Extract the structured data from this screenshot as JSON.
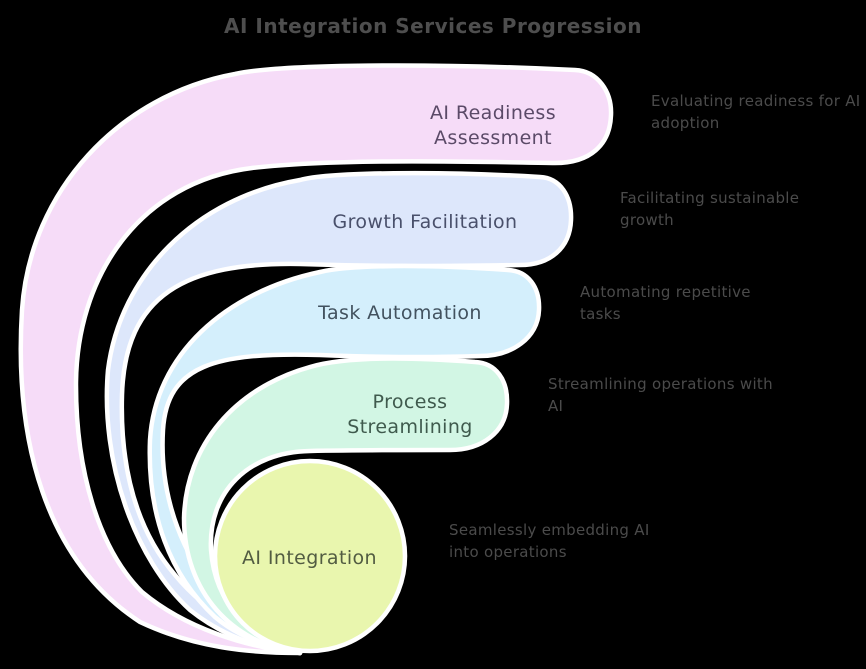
{
  "background": "#000000",
  "stroke_color": "#ffffff",
  "annotation_color": "#4b4b4b",
  "title": {
    "text": "AI Integration Services Progression",
    "color": "#4e4e4e"
  },
  "layers": [
    {
      "label": "AI Readiness Assessment",
      "fill": "#f6dcf8",
      "label_color": "#5b4a68",
      "annotation": {
        "line1": "Evaluating readiness for AI",
        "line2": "adoption"
      }
    },
    {
      "label": "Growth Facilitation",
      "fill": "#dde7fb",
      "label_color": "#49506b",
      "annotation": {
        "line1": "Facilitating sustainable",
        "line2": "growth"
      }
    },
    {
      "label": "Task Automation",
      "fill": "#d4effc",
      "label_color": "#42525f",
      "annotation": {
        "line1": "Automating repetitive",
        "line2": "tasks"
      }
    },
    {
      "label": "Process Streamlining",
      "fill": "#d2f6e4",
      "label_color": "#3f5a4d",
      "annotation": {
        "line1": "Streamlining operations with",
        "line2": "AI"
      }
    },
    {
      "label": "AI Integration",
      "fill": "#e9f6ae",
      "label_color": "#525c42",
      "annotation": {
        "line1": "Seamlessly embedding AI",
        "line2": "into operations"
      }
    }
  ]
}
